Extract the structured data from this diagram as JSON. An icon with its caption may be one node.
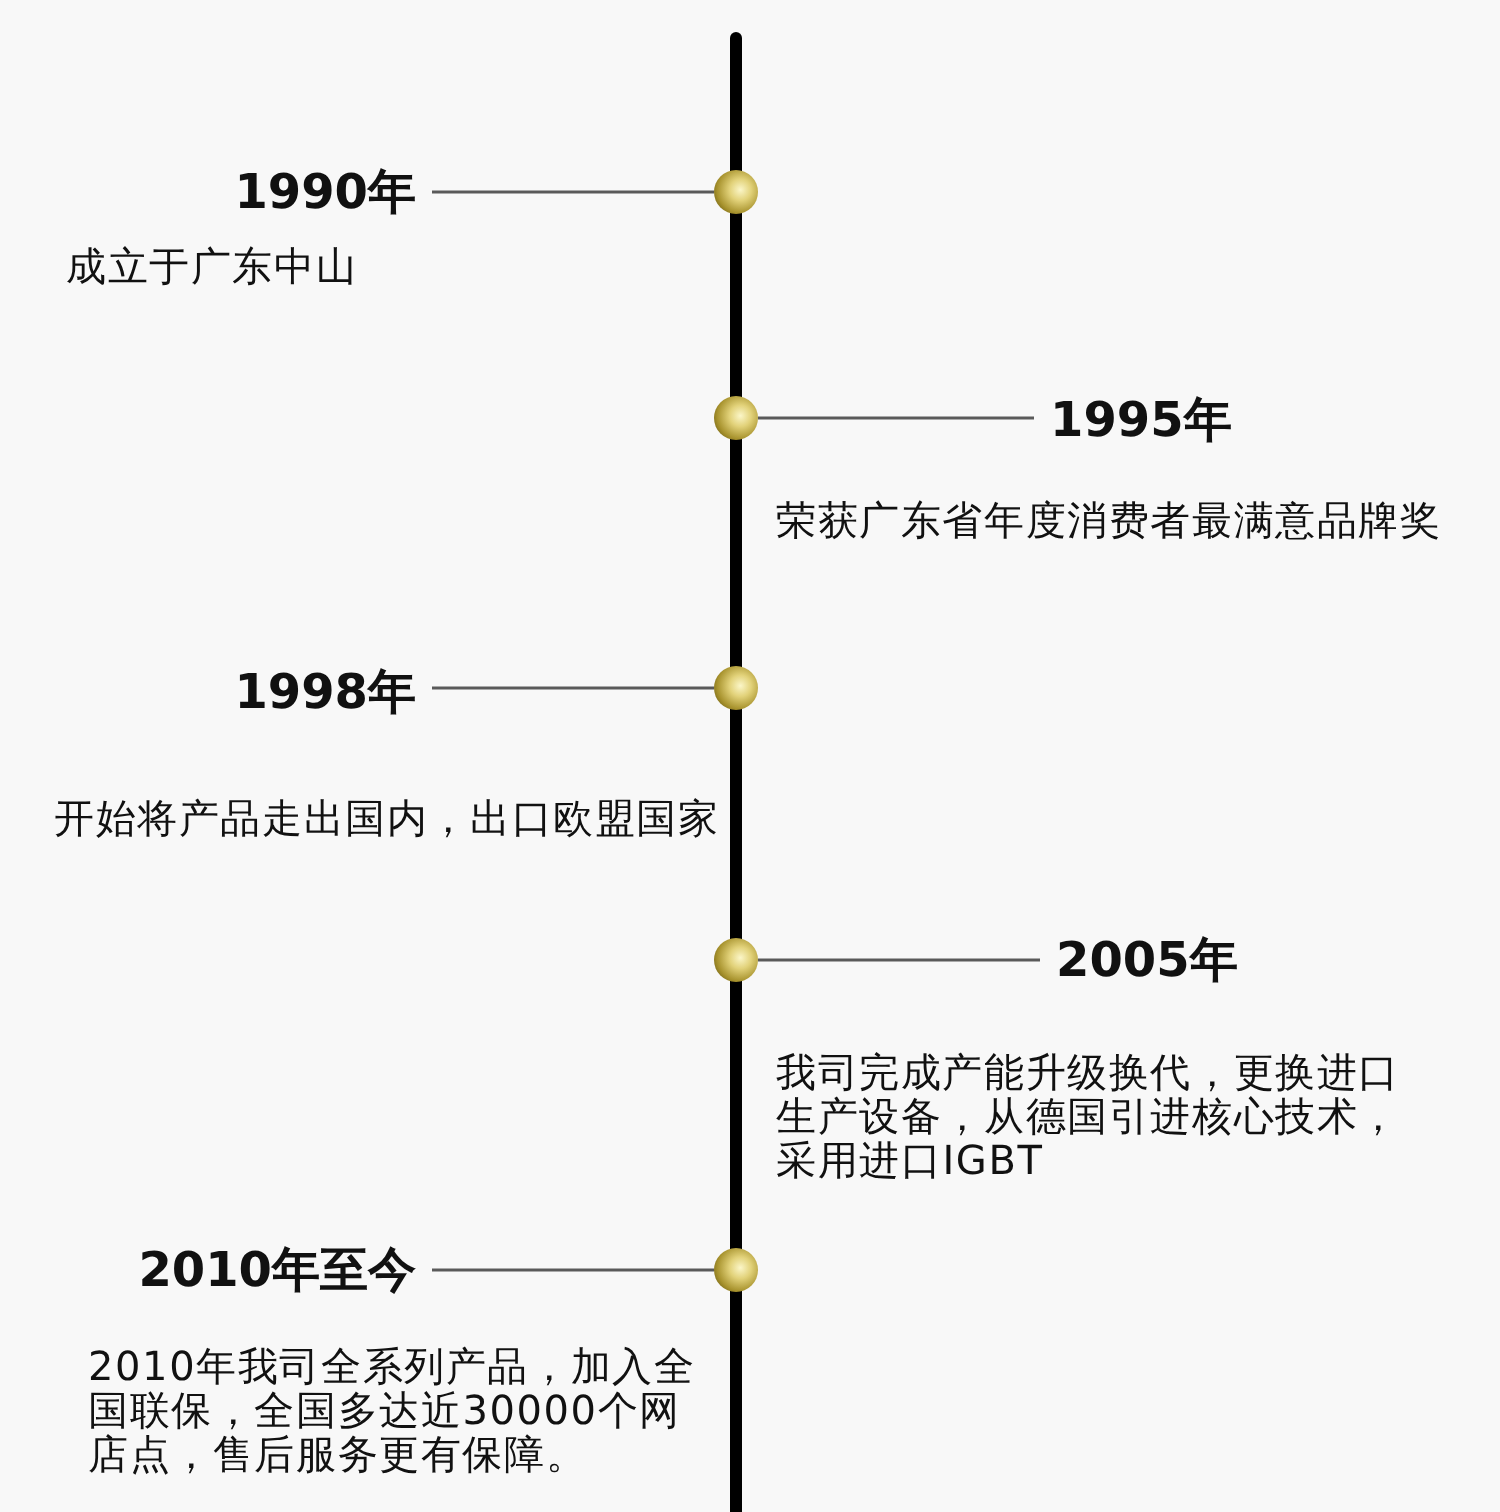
{
  "diagram": {
    "nodes": [
      {
        "text": [
          "1990年"
        ],
        "beside": [
          "成立于广东中山"
        ]
      },
      {
        "text": [],
        "shape": "circle"
      },
      {
        "text": [],
        "shape": "circle"
      },
      {
        "text": [
          "1995年"
        ],
        "beside": [
          "荣获广东省年度消费者最满意品牌奖"
        ]
      },
      {
        "text": [
          "1998年"
        ],
        "beside": [
          "开始将产品走出国内，出口欧盟国家"
        ]
      },
      {
        "text": [],
        "shape": "circle"
      },
      {
        "text": [],
        "shape": "circle"
      },
      {
        "text": [
          "2005年"
        ],
        "beside": [
          "我司完成产能升级换代，更换进口生产设备，从德国引进核心技术，采用进口IGBT"
        ]
      },
      {
        "text": [
          "2010年至今"
        ],
        "beside": [
          "2010年我司全系列产品，加入全国联保，全国多达近30000个网店点，售后服务更有保障。"
        ]
      },
      {
        "text": [],
        "shape": "circle"
      }
    ],
    "edges": [
      {
        "from": 0,
        "to": 1,
        "arrow": "none"
      },
      {
        "from": 3,
        "to": 2,
        "arrow": "none"
      },
      {
        "from": 4,
        "to": 5,
        "arrow": "none"
      },
      {
        "from": 7,
        "to": 6,
        "arrow": "none"
      },
      {
        "from": 8,
        "to": 9,
        "arrow": "none"
      }
    ]
  }
}
